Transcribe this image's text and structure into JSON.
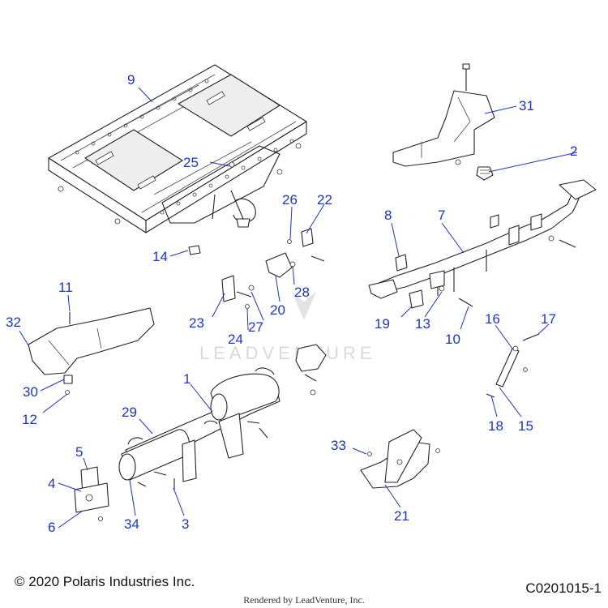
{
  "callouts": [
    {
      "id": "9",
      "label": "9"
    },
    {
      "id": "31",
      "label": "31"
    },
    {
      "id": "2",
      "label": "2"
    },
    {
      "id": "25",
      "label": "25"
    },
    {
      "id": "26",
      "label": "26"
    },
    {
      "id": "22",
      "label": "22"
    },
    {
      "id": "8",
      "label": "8"
    },
    {
      "id": "7",
      "label": "7"
    },
    {
      "id": "14",
      "label": "14"
    },
    {
      "id": "28",
      "label": "28"
    },
    {
      "id": "11",
      "label": "11"
    },
    {
      "id": "20",
      "label": "20"
    },
    {
      "id": "23",
      "label": "23"
    },
    {
      "id": "27",
      "label": "27"
    },
    {
      "id": "19",
      "label": "19"
    },
    {
      "id": "13",
      "label": "13"
    },
    {
      "id": "32",
      "label": "32"
    },
    {
      "id": "24",
      "label": "24"
    },
    {
      "id": "10",
      "label": "10"
    },
    {
      "id": "16",
      "label": "16"
    },
    {
      "id": "17",
      "label": "17"
    },
    {
      "id": "1",
      "label": "1"
    },
    {
      "id": "30",
      "label": "30"
    },
    {
      "id": "12",
      "label": "12"
    },
    {
      "id": "29",
      "label": "29"
    },
    {
      "id": "18",
      "label": "18"
    },
    {
      "id": "15",
      "label": "15"
    },
    {
      "id": "33",
      "label": "33"
    },
    {
      "id": "5",
      "label": "5"
    },
    {
      "id": "4",
      "label": "4"
    },
    {
      "id": "6",
      "label": "6"
    },
    {
      "id": "34",
      "label": "34"
    },
    {
      "id": "3",
      "label": "3"
    },
    {
      "id": "21",
      "label": "21"
    }
  ],
  "watermark": "LEADVENTURE",
  "footer": {
    "copyright": "© 2020 Polaris Industries Inc.",
    "diagram_code": "C0201015-1",
    "rendered_by": "Rendered by LeadVenture, Inc."
  },
  "colors": {
    "callout": "#1a35c8",
    "linework": "#222222",
    "watermark": "#d9d9d9"
  }
}
